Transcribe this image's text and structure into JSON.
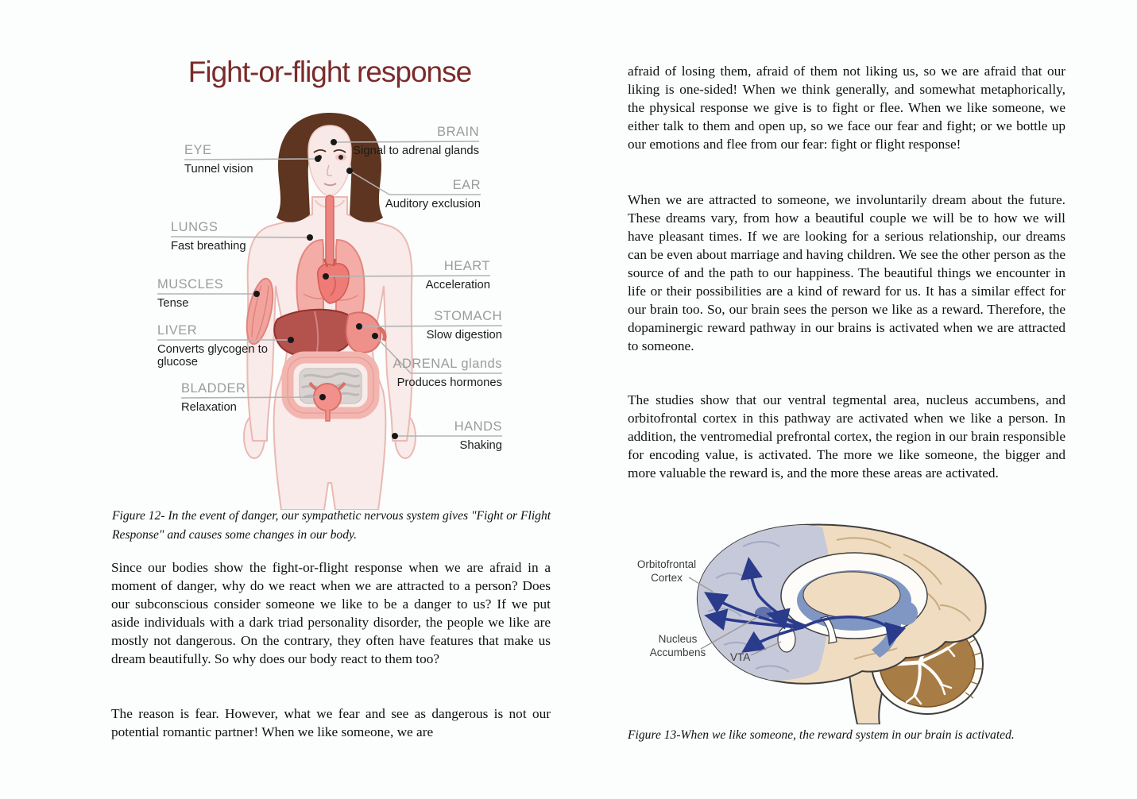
{
  "left_page": {
    "figure": {
      "title": "Fight-or-flight response",
      "labels_left": [
        {
          "name": "EYE",
          "desc": "Tunnel vision"
        },
        {
          "name": "LUNGS",
          "desc": "Fast breathing"
        },
        {
          "name": "MUSCLES",
          "desc": "Tense"
        },
        {
          "name": "LIVER",
          "desc": "Converts glycogen to glucose"
        },
        {
          "name": "BLADDER",
          "desc": "Relaxation"
        }
      ],
      "labels_right": [
        {
          "name": "BRAIN",
          "desc": "Signal to adrenal glands"
        },
        {
          "name": "EAR",
          "desc": "Auditory exclusion"
        },
        {
          "name": "HEART",
          "desc": "Acceleration"
        },
        {
          "name": "STOMACH",
          "desc": "Slow digestion"
        },
        {
          "name": "ADRENAL glands",
          "desc": "Produces hormones"
        },
        {
          "name": "HANDS",
          "desc": "Shaking"
        }
      ]
    },
    "caption": "Figure 12- In the event of danger, our sympathetic nervous system gives \"Fight or Flight Response\" and causes some changes in our body.",
    "paragraphs": [
      "Since our bodies show the fight-or-flight response when we are afraid in a moment of danger, why do we react when we are attracted to a person? Does our subconscious consider someone we like to be a danger to us? If we put aside individuals with a dark triad personality disorder, the people we like are mostly not dangerous. On the contrary, they often have features that make us dream beautifully. So why does our body react to them too?",
      "The reason is fear. However, what we fear and see as dangerous is not our potential romantic partner! When we like someone, we are"
    ]
  },
  "right_page": {
    "paragraphs": [
      "afraid of losing them, afraid of them not liking us, so we are afraid that our liking is one-sided! When we think generally, and somewhat metaphorically, the physical response we give is to fight or flee. When we like someone, we either talk to them and open up, so we face our fear and fight; or we bottle up our emotions and flee from our fear: fight or flight response!",
      "When we are attracted to someone, we involuntarily dream about the future. These dreams vary, from how a beautiful couple we will be to how we will have pleasant times. If we are looking for a serious relationship, our dreams can be even about marriage and having children. We see the other person as the source of and the path to our happiness. The beautiful things we encounter in life or their possibilities are a kind of reward for us. It has a similar effect for our brain too. So, our brain sees the person we like as a reward. Therefore, the dopaminergic reward pathway in our brains is activated when we are attracted to someone.",
      "The studies show that our ventral tegmental area, nucleus accumbens, and orbitofrontal cortex in this pathway are activated when we like a person. In addition, the ventromedial prefrontal cortex, the region in our brain responsible for encoding value, is activated. The more we like someone, the bigger and more valuable the reward is, and the more these areas are activated."
    ],
    "figure": {
      "labels": {
        "orbitofrontal": "Orbitofrontal Cortex",
        "nucleus_accumbens": "Nucleus Accumbens",
        "vta": "VTA"
      }
    },
    "caption": "Figure 13-When we like someone, the reward system in our brain is activated."
  },
  "colors": {
    "title_maroon": "#7b2b2b",
    "label_gray": "#9b9b9b",
    "skin_pink": "#f8ebe9",
    "organ_liver_red": "#b4524e",
    "lung_pink": "#f4aca7",
    "hair_brown": "#5d3520",
    "brain_beige": "#f0dcc0",
    "brain_lavender": "#c6c9d9",
    "brain_band_blue": "#7f97c2",
    "arrow_navy": "#2b3b8c",
    "cerebellum_brown": "#a87c45"
  }
}
